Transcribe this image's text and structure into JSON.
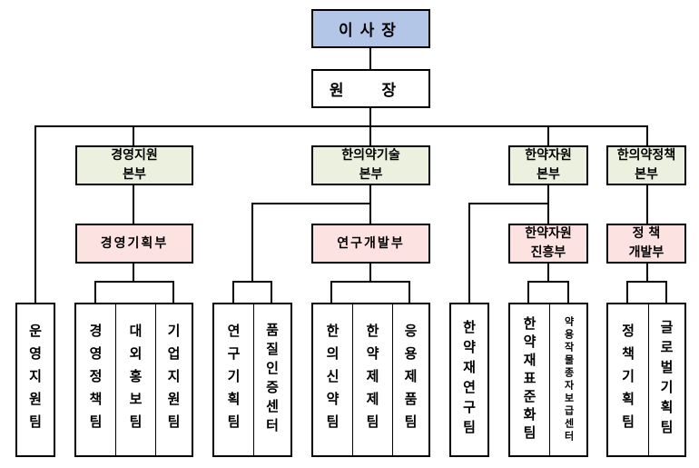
{
  "org_chart": {
    "chairman": "이사장",
    "director": "원 장",
    "divisions": [
      {
        "name": "경영지원 본부",
        "line1": "경영지원",
        "line2": "본부",
        "department": "경영기획부",
        "teams": [
          "경영정책팀",
          "대외홍보팀",
          "기업지원팀"
        ]
      },
      {
        "name": "한의약기술 본부",
        "line1": "한의약기술",
        "line2": "본부",
        "department": "연구개발부",
        "teams": [
          "한의신약팀",
          "한약제제팀",
          "응용제품팀"
        ],
        "direct_teams": [
          "연구기획팀",
          "품질인증센터"
        ]
      },
      {
        "name": "한약자원 본부",
        "line1": "한약자원",
        "line2": "본부",
        "department_line1": "한약자원",
        "department_line2": "진흥부",
        "teams": [
          "한약재표준화팀",
          "약용작물종자보급센터"
        ],
        "direct_teams": [
          "한약재연구팀"
        ]
      },
      {
        "name": "한의약정책 본부",
        "line1": "한의약정책",
        "line2": "본부",
        "department_line1": "정 책",
        "department_line2": "개발부",
        "teams": [
          "정책기획팀",
          "글로벌기획팀"
        ]
      }
    ],
    "standalone_team": "운영지원팀"
  },
  "colors": {
    "chairman_fill": "#b4c6e7",
    "division_fill": "#ebf1de",
    "department_fill": "#fde2e2",
    "line": "#000000"
  }
}
